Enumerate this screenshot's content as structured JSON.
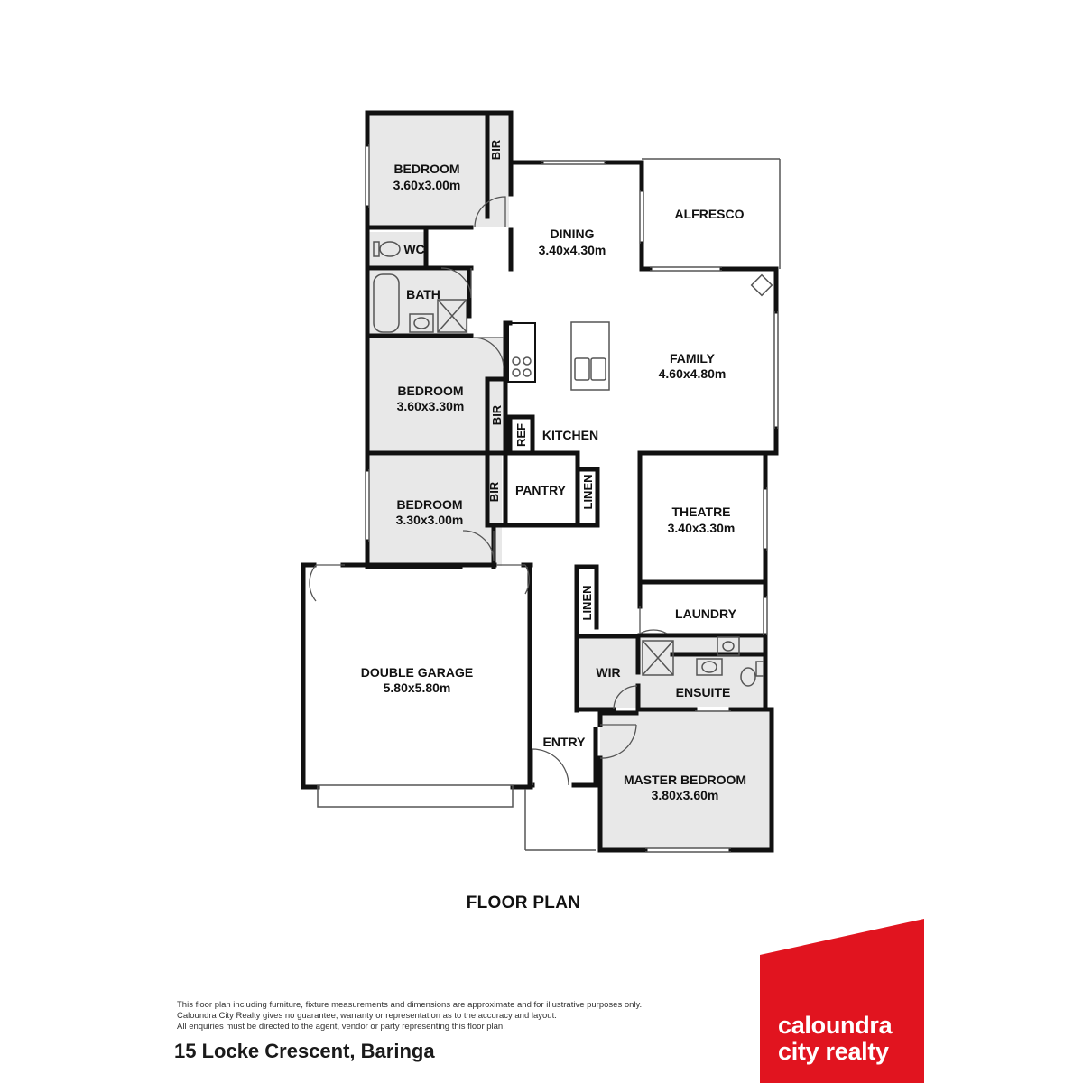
{
  "rooms": {
    "bedroom_2": {
      "name": "BEDROOM",
      "size": "3.60x3.00m"
    },
    "bir_1": "BIR",
    "wc": "WC",
    "bath": "BATH",
    "dining": {
      "name": "DINING",
      "size": "3.40x4.30m"
    },
    "alfresco": "ALFRESCO",
    "family": {
      "name": "FAMILY",
      "size": "4.60x4.80m"
    },
    "bedroom_3": {
      "name": "BEDROOM",
      "size": "3.60x3.30m"
    },
    "bir_2": "BIR",
    "ref": "REF",
    "kitchen": "KITCHEN",
    "bedroom_4": {
      "name": "BEDROOM",
      "size": "3.30x3.00m"
    },
    "bir_3": "BIR",
    "pantry": "PANTRY",
    "linen_1": "LINEN",
    "theatre": {
      "name": "THEATRE",
      "size": "3.40x3.30m"
    },
    "linen_2": "LINEN",
    "laundry": "LAUNDRY",
    "garage": {
      "name": "DOUBLE GARAGE",
      "size": "5.80x5.80m"
    },
    "wir": "WIR",
    "ensuite": "ENSUITE",
    "entry": "ENTRY",
    "master": {
      "name": "MASTER BEDROOM",
      "size": "3.80x3.60m"
    }
  },
  "title": "FLOOR PLAN",
  "disclaimer": [
    "This floor plan including furniture, fixture measurements and dimensions are approximate and for illustrative purposes only.",
    "Caloundra City Realty gives no guarantee, warranty or representation as to the accuracy and layout.",
    "All enquiries must be directed to the agent, vendor or party representing this floor plan."
  ],
  "address": "15 Locke Crescent, Baringa",
  "brand": {
    "line1": "caloundra",
    "line2": "city realty",
    "color": "#e1141f"
  },
  "colors": {
    "wall": "#111111",
    "room_fill": "#e8e8e8",
    "fixture": "#555555"
  }
}
